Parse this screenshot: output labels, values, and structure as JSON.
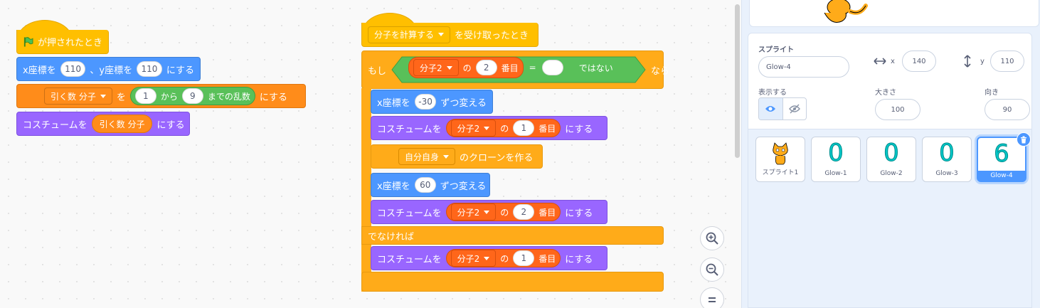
{
  "script1": {
    "hat_label": "が押されたとき",
    "goto": {
      "x_label": "x座標を",
      "x_val": "110",
      "y_label": "、y座標を",
      "y_val": "110",
      "suffix": "にする"
    },
    "setvar": {
      "var_name": "引く数 分子",
      "to": "を",
      "from_val": "1",
      "kara": "から",
      "to_val": "9",
      "made": "までの乱数",
      "suffix": "にする"
    },
    "costume": {
      "label": "コスチュームを",
      "var_name": "引く数 分子",
      "suffix": "にする"
    }
  },
  "script2": {
    "hat": {
      "message": "分子を計算する",
      "suffix": "を受け取ったとき"
    },
    "if": {
      "moshi": "もし",
      "var": "分子2",
      "no": "の",
      "idx": "2",
      "banme": "番目",
      "eq": "=",
      "rhs": "",
      "not": "ではない",
      "nara": "なら"
    },
    "changex1": {
      "label": "x座標を",
      "val": "-30",
      "suffix": "ずつ変える"
    },
    "costume1": {
      "label": "コスチュームを",
      "var": "分子2",
      "no": "の",
      "idx": "1",
      "banme": "番目",
      "suffix": "にする"
    },
    "clone": {
      "target": "自分自身",
      "suffix": "のクローンを作る"
    },
    "changex2": {
      "label": "x座標を",
      "val": "60",
      "suffix": "ずつ変える"
    },
    "costume2": {
      "label": "コスチュームを",
      "var": "分子2",
      "no": "の",
      "idx": "2",
      "banme": "番目",
      "suffix": "にする"
    },
    "else": "でなければ",
    "costume3": {
      "label": "コスチュームを",
      "var": "分子2",
      "no": "の",
      "idx": "1",
      "banme": "番目",
      "suffix": "にする"
    }
  },
  "zoom": {
    "in_icon": "zoom-in-icon",
    "out_icon": "zoom-out-icon",
    "reset_icon": "zoom-reset-icon"
  },
  "sprite_info": {
    "sprite_label": "スプライト",
    "sprite_name": "Glow-4",
    "x_label": "x",
    "x_val": "140",
    "y_label": "y",
    "y_val": "110",
    "show_label": "表示する",
    "size_label": "大きさ",
    "size_val": "100",
    "dir_label": "向き",
    "dir_val": "90"
  },
  "sprites": [
    {
      "name": "スプライト1",
      "glyph": ""
    },
    {
      "name": "Glow-1",
      "glyph": "0"
    },
    {
      "name": "Glow-2",
      "glyph": "0"
    },
    {
      "name": "Glow-3",
      "glyph": "0"
    },
    {
      "name": "Glow-4",
      "glyph": "6"
    }
  ],
  "colors": {
    "events": "#ffbf00",
    "control": "#ffab19",
    "motion": "#4c97ff",
    "looks": "#9966ff",
    "operators": "#59c059",
    "variables": "#ff8c1a",
    "glow": "#00c8c8"
  }
}
